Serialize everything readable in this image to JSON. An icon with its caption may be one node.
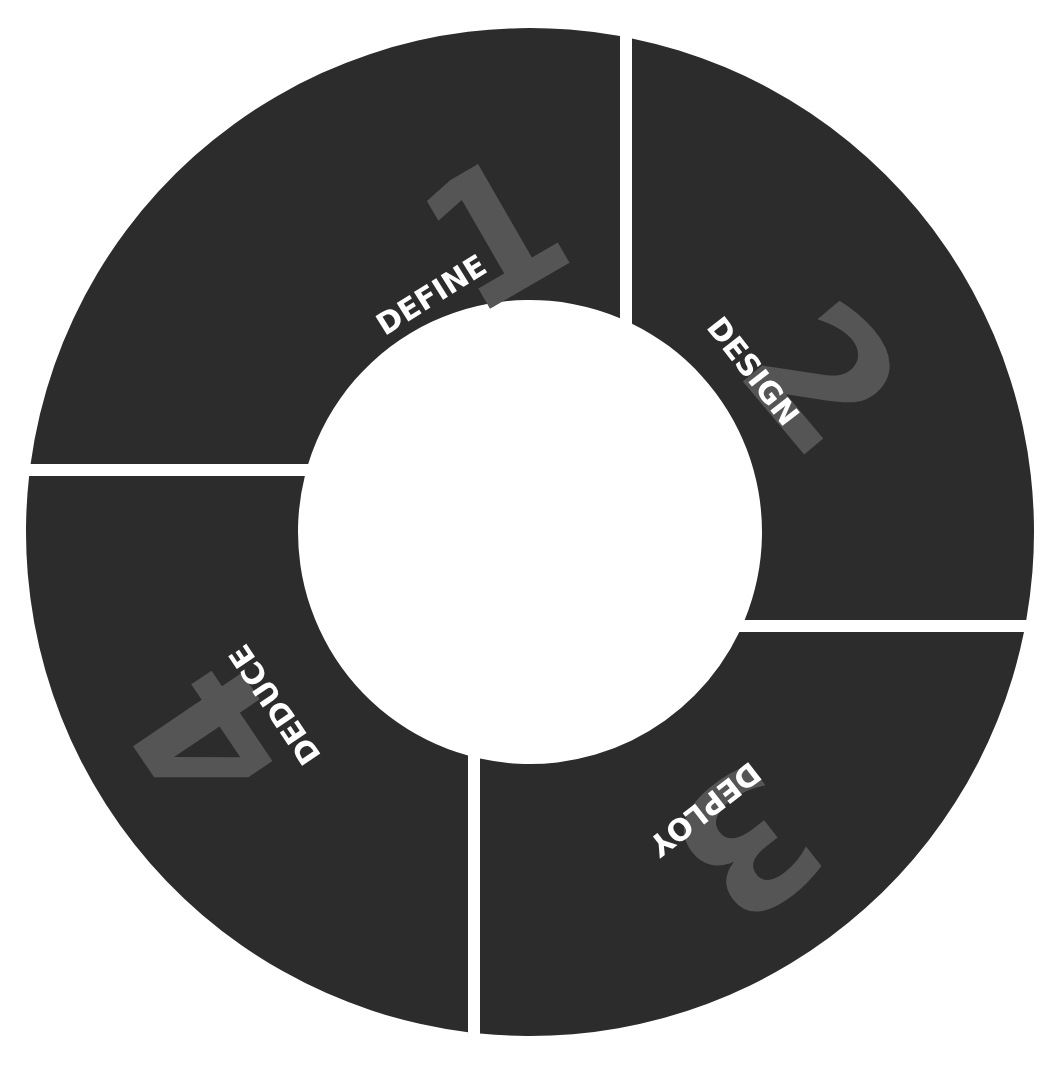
{
  "diagram": {
    "nodes": [
      {
        "text": [
          "1",
          "DEFINE"
        ]
      },
      {
        "text": [
          "2",
          "DESIGN"
        ]
      },
      {
        "text": [
          "3",
          "DEPLOY"
        ]
      },
      {
        "text": [
          "4",
          "DEDUCE"
        ]
      }
    ]
  }
}
